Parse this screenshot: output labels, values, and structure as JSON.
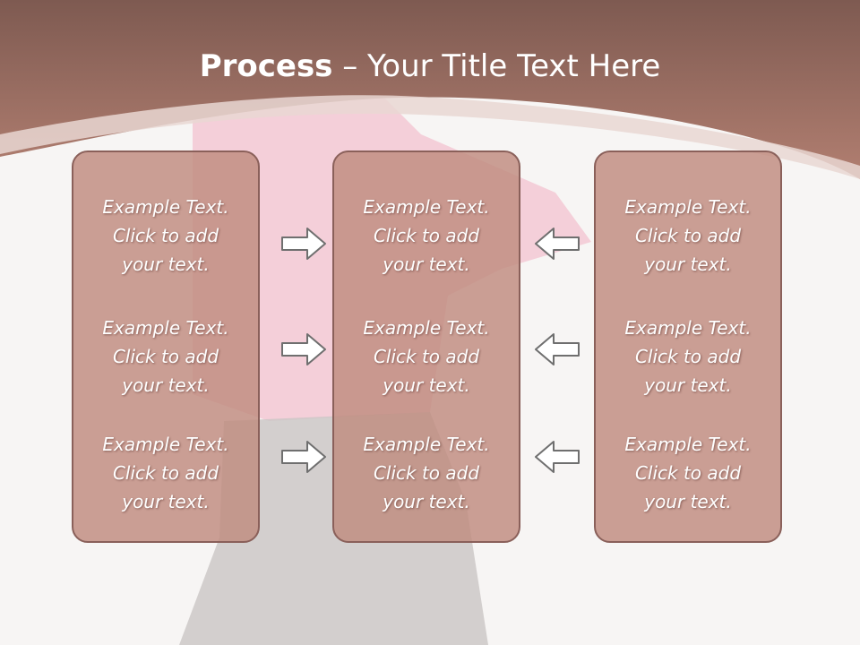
{
  "slide": {
    "title_bold": "Process",
    "title_rest": " – Your Title Text Here"
  },
  "columns": [
    {
      "items": [
        {
          "line1": "Example Text.",
          "line2": "Click  to add",
          "line3": "your text."
        },
        {
          "line1": "Example Text.",
          "line2": "Click  to add",
          "line3": "your text."
        },
        {
          "line1": "Example Text.",
          "line2": "Click  to add",
          "line3": "your text."
        }
      ]
    },
    {
      "items": [
        {
          "line1": "Example Text.",
          "line2": "Click  to add",
          "line3": "your text."
        },
        {
          "line1": "Example Text.",
          "line2": "Click  to add",
          "line3": "your text."
        },
        {
          "line1": "Example Text.",
          "line2": "Click  to add",
          "line3": "your text."
        }
      ]
    },
    {
      "items": [
        {
          "line1": "Example Text.",
          "line2": "Click  to add",
          "line3": "your text."
        },
        {
          "line1": "Example Text.",
          "line2": "Click  to add",
          "line3": "your text."
        },
        {
          "line1": "Example Text.",
          "line2": "Click  to add",
          "line3": "your text."
        }
      ]
    }
  ],
  "colors": {
    "header": "#a8766a",
    "box_fill": "#bf8b7f",
    "box_border": "#8a605a",
    "arrow_stroke": "#6f6f6f",
    "background": "#f7f5f4"
  },
  "icons": {
    "left_arrows": "arrow-right-icon",
    "right_arrows": "arrow-left-icon"
  }
}
